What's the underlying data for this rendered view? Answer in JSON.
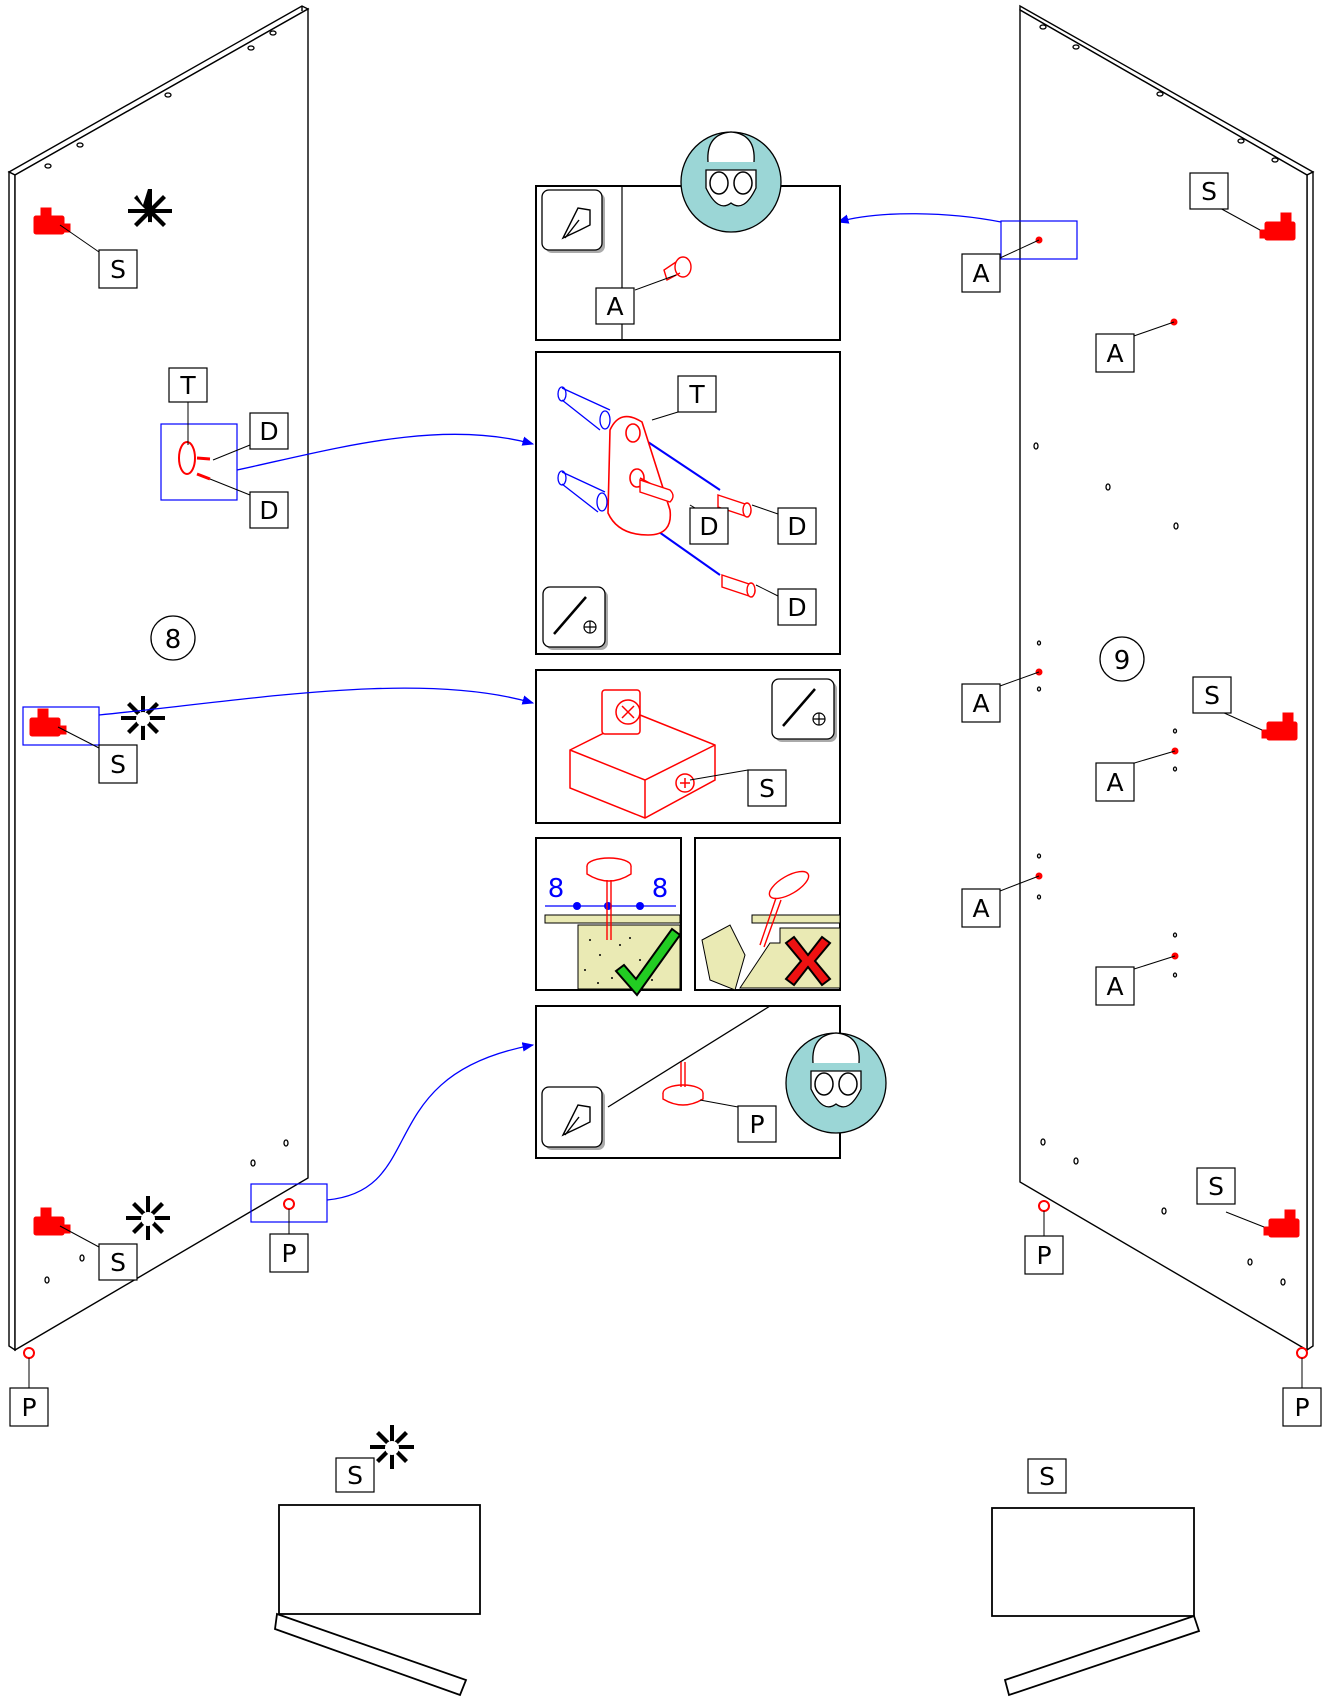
{
  "steps": {
    "left": "8",
    "right": "9"
  },
  "labels": {
    "S": "S",
    "A": "A",
    "T": "T",
    "D": "D",
    "P": "P"
  },
  "dimensions": {
    "left": "8",
    "right": "8"
  },
  "colors": {
    "line": "#000000",
    "part_red": "#ff0000",
    "link_blue": "#0000ff",
    "wood": "#eaeab4",
    "ok_green": "#22cc22",
    "bad_red": "#ee1111",
    "goggles_bg": "#9bd6d6"
  },
  "icons": {
    "goggles": "safety-goggles-icon",
    "hammer": "hammer-icon",
    "screwdriver": "screwdriver-phillips-icon",
    "glue": "glue-star-icon"
  }
}
